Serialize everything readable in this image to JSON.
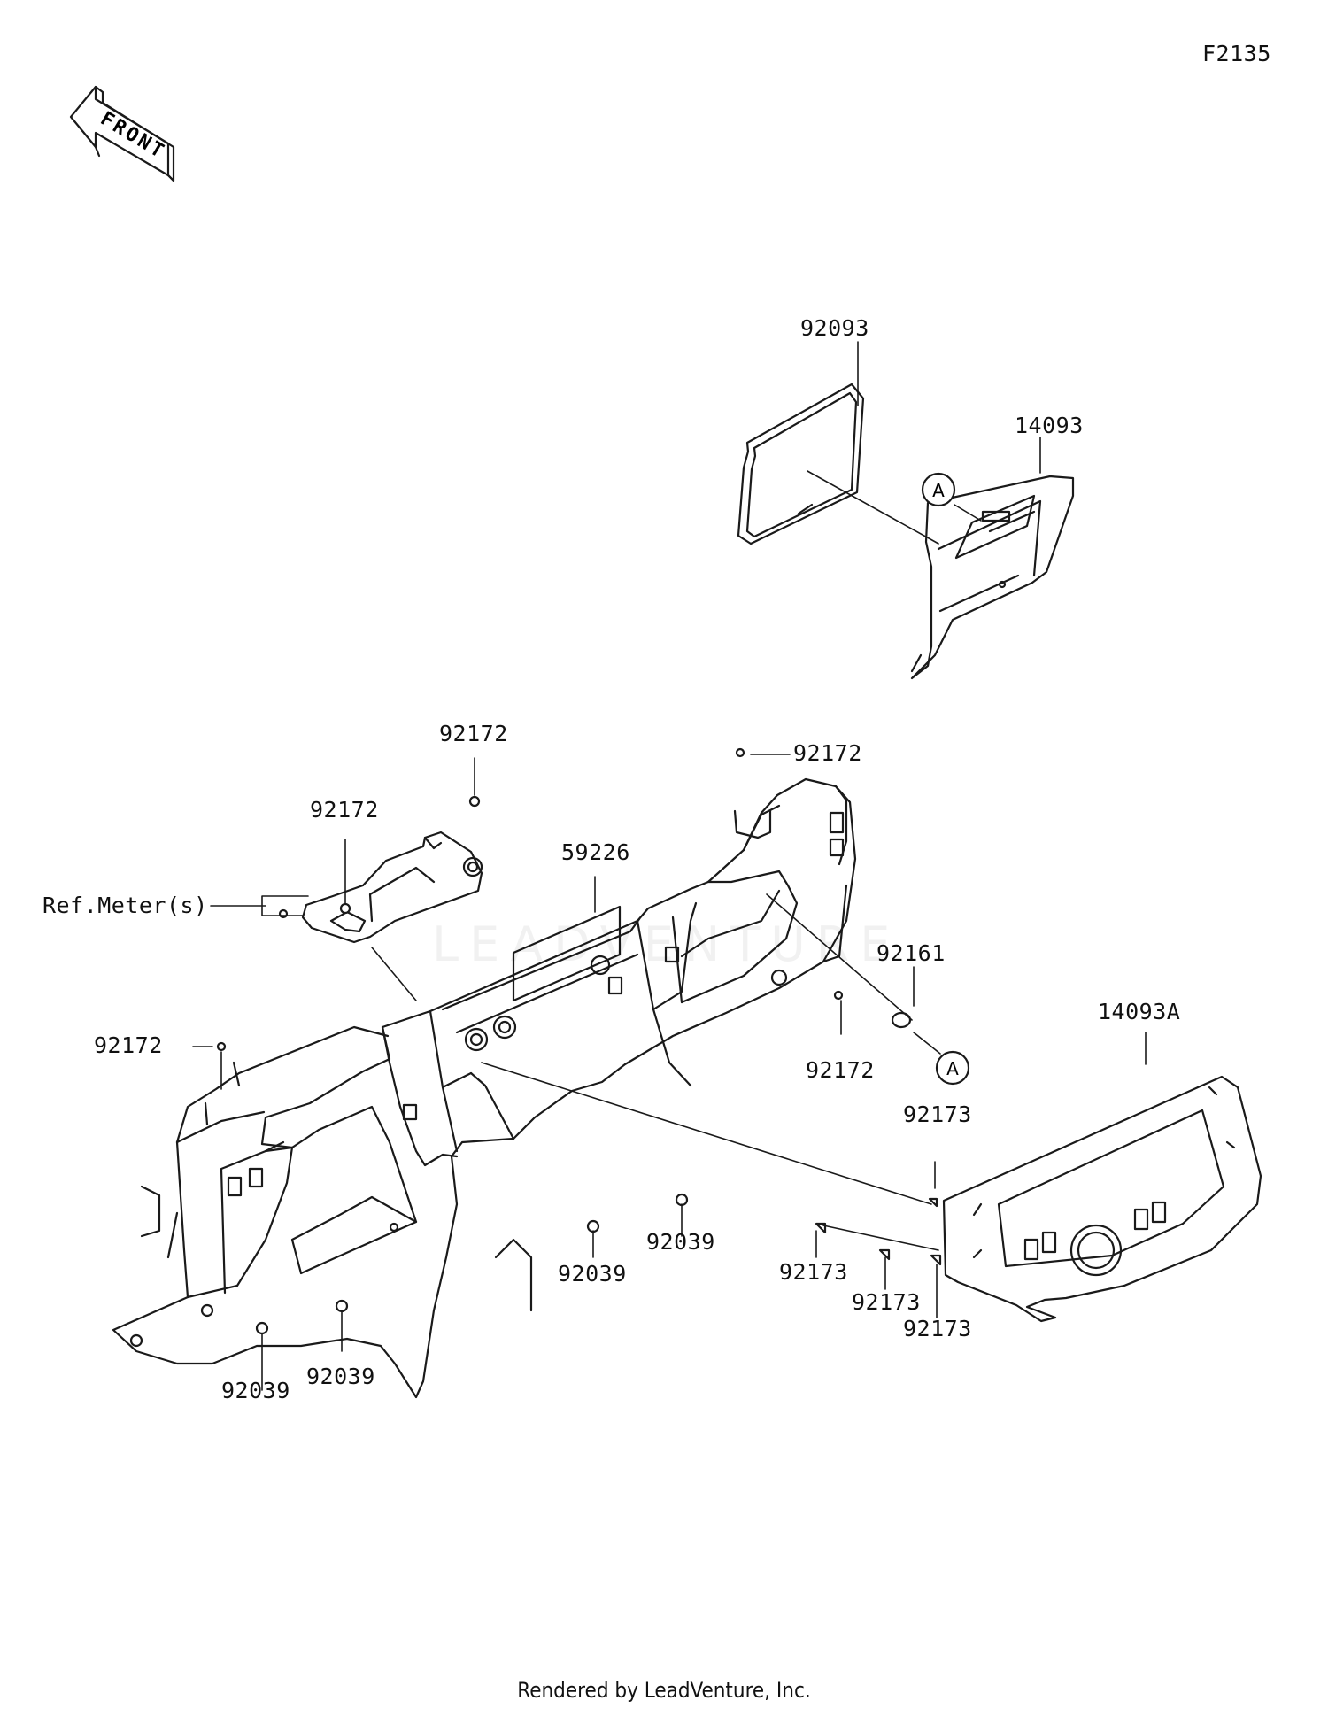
{
  "diagram_code": "F2135",
  "front_arrow_text": "FRONT",
  "watermark": "LEADVENTURE",
  "footer": "Rendered by LeadVenture, Inc.",
  "callouts": {
    "a_top": "A",
    "a_bottom": "A"
  },
  "labels": [
    {
      "id": "l1",
      "text": "92093"
    },
    {
      "id": "l2",
      "text": "14093"
    },
    {
      "id": "l3",
      "text": "92172"
    },
    {
      "id": "l4",
      "text": "92172"
    },
    {
      "id": "l5",
      "text": "92172"
    },
    {
      "id": "l6",
      "text": "Ref.Meter(s)"
    },
    {
      "id": "l7",
      "text": "59226"
    },
    {
      "id": "l8",
      "text": "92161"
    },
    {
      "id": "l9",
      "text": "92172"
    },
    {
      "id": "l10",
      "text": "14093A"
    },
    {
      "id": "l11",
      "text": "92172"
    },
    {
      "id": "l12",
      "text": "92173"
    },
    {
      "id": "l13",
      "text": "92039"
    },
    {
      "id": "l14",
      "text": "92039"
    },
    {
      "id": "l15",
      "text": "92173"
    },
    {
      "id": "l16",
      "text": "92173"
    },
    {
      "id": "l17",
      "text": "92173"
    },
    {
      "id": "l18",
      "text": "92039"
    },
    {
      "id": "l19",
      "text": "92039"
    }
  ]
}
